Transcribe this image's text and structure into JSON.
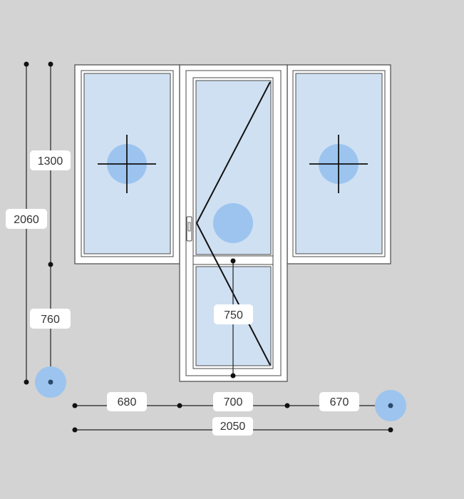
{
  "dimensions": {
    "total_height": "2060",
    "upper_height": "1300",
    "lower_height": "760",
    "door_lower_panel_height": "750",
    "left_width": "680",
    "door_width": "700",
    "right_width": "670",
    "total_width": "2050"
  },
  "colors": {
    "background": "#d3d3d3",
    "frame": "#ffffff",
    "outline": "#4a4a4a",
    "glass": "#cfe0f2",
    "handle_marker": "#9cc4ef",
    "dimension_line": "#222222",
    "label_bg": "#ffffff"
  },
  "icons": {
    "fixed_marker": "crosshair-icon",
    "opening_marker": "circle-marker-icon",
    "handle": "door-handle-icon"
  }
}
